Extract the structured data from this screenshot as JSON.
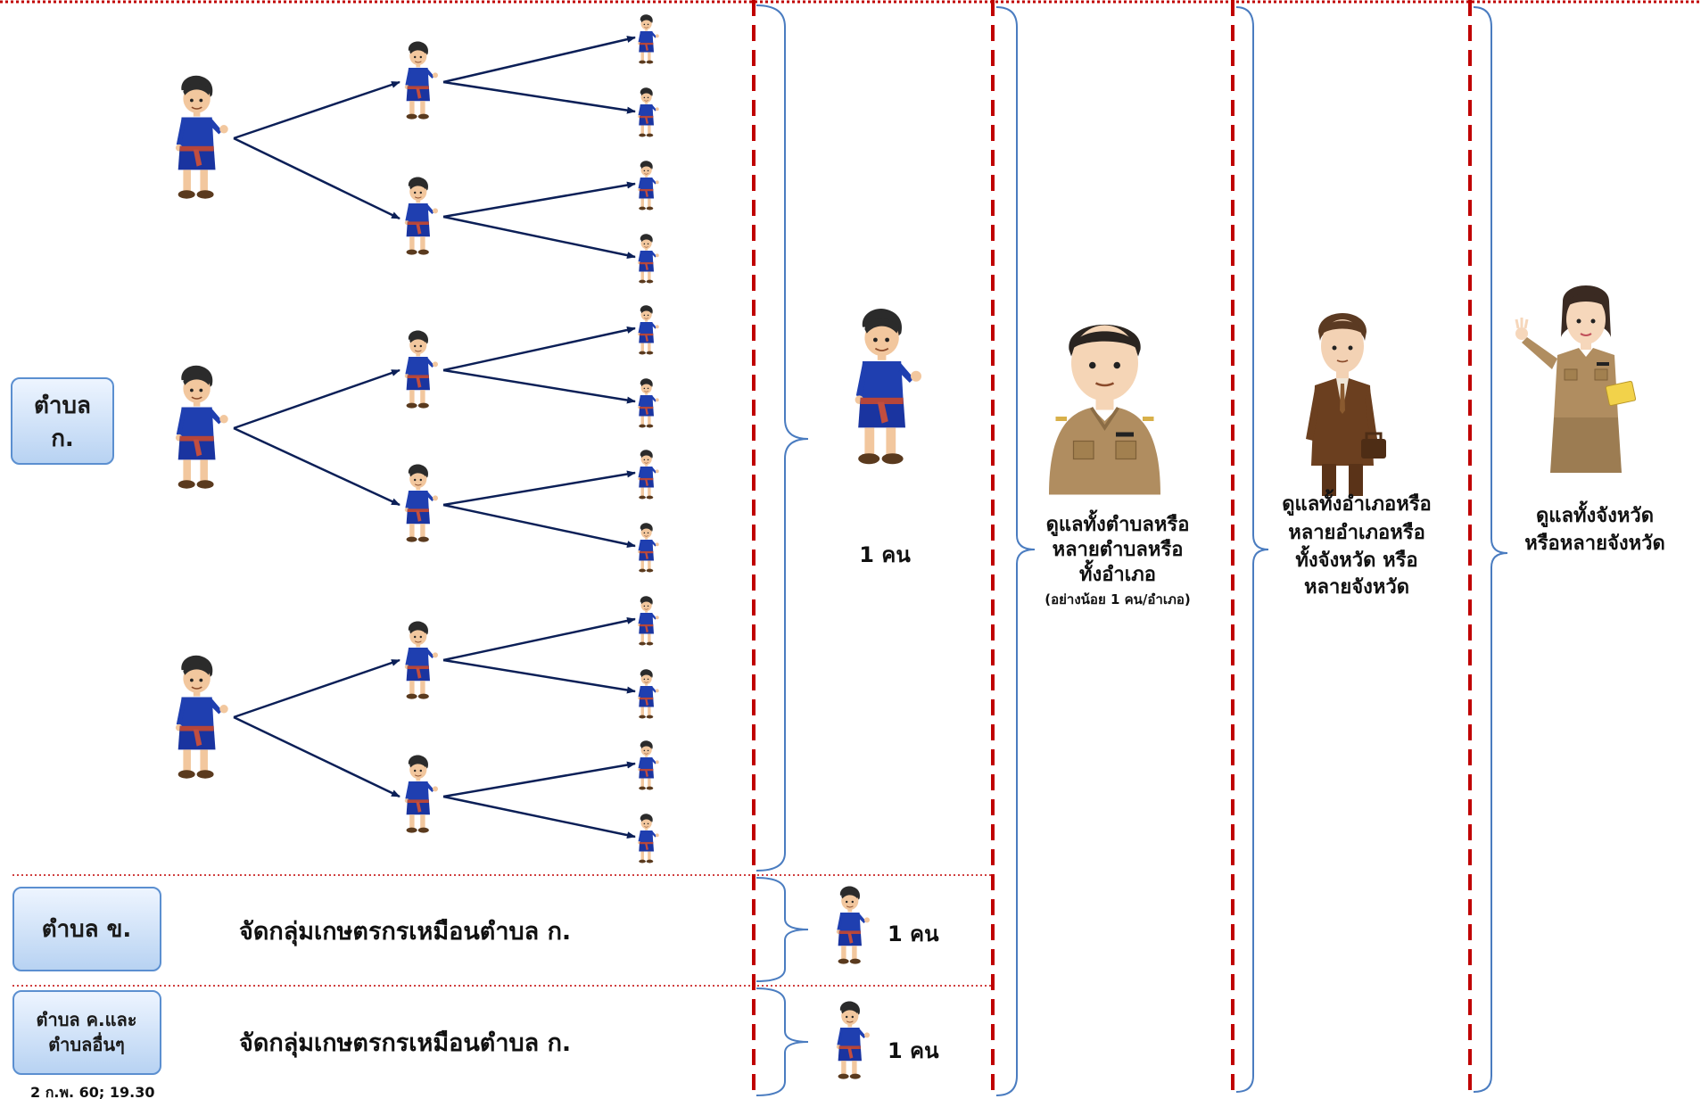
{
  "colors": {
    "divider": "#c00000",
    "arrow": "#0b1f57",
    "bracket": "#4a7cc0",
    "box_top": "#eef5ff",
    "box_bottom": "#b7d2f2",
    "box_border": "#5b8fd0",
    "farmer_shirt": "#1f3fb0",
    "officer_uniform": "#b08d60"
  },
  "subdistrict_boxes": {
    "a": {
      "line1": "ตำบล",
      "line2": "ก."
    },
    "b": {
      "line1": "ตำบล ข."
    },
    "c": {
      "line1": "ตำบล ค.และ",
      "line2": "ตำบลอื่นๆ"
    }
  },
  "rows": {
    "b_text": "จัดกลุ่มเกษตรกรเหมือนตำบล ก.",
    "c_text": "จัดกลุ่มเกษตรกรเหมือนตำบล ก."
  },
  "counts": {
    "main": "1 คน",
    "row_b": "1 คน",
    "row_c": "1 คน"
  },
  "levels": {
    "tambon": {
      "line1": "ดูแลทั้งตำบลหรือ",
      "line2": "หลายตำบลหรือ",
      "line3": "ทั้งอำเภอ",
      "note": "(อย่างน้อย 1 คน/อำเภอ)"
    },
    "amphoe": {
      "line1": "ดูแลทั้งอำเภอหรือ",
      "line2": "หลายอำเภอหรือ",
      "line3": "ทั้งจังหวัด หรือ",
      "line4": "หลายจังหวัด"
    },
    "province": {
      "line1": "ดูแลทั้งจังหวัด",
      "line2": "หรือหลายจังหวัด"
    }
  },
  "footer": {
    "date": "2 ก.พ. 60; 19.30"
  }
}
